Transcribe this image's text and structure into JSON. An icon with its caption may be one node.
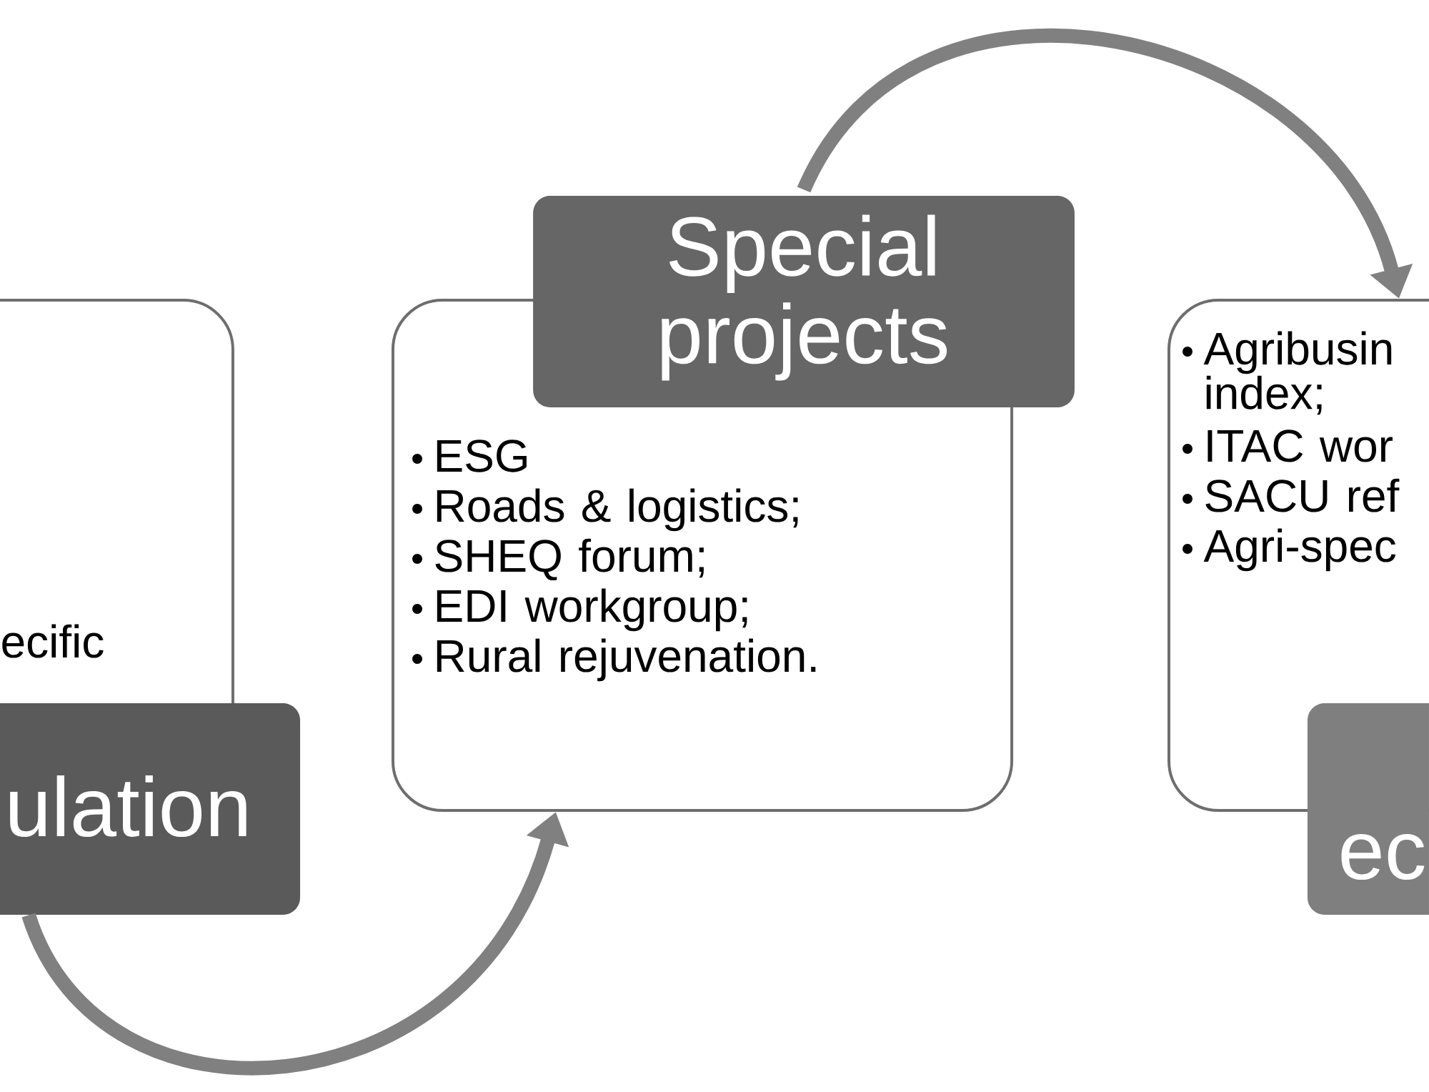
{
  "diagram": {
    "nodes": [
      {
        "text": [
          "ecific"
        ]
      },
      {
        "text": [
          "ulation"
        ]
      },
      {
        "text": [
          "ESG",
          "Roads & logistics;",
          "SHEQ forum;",
          "EDI workgroup;",
          "Rural rejuvenation."
        ]
      },
      {
        "text": [
          "Special projects"
        ]
      },
      {
        "text": [
          "Agribusin index;",
          "ITAC wor",
          "SACU ref",
          "Agri-spec"
        ]
      },
      {
        "text": [
          "ec"
        ]
      }
    ],
    "edges": [
      {
        "from": 1,
        "to": 2,
        "arrow": "to"
      },
      {
        "from": 3,
        "to": 4,
        "arrow": "to"
      }
    ]
  }
}
